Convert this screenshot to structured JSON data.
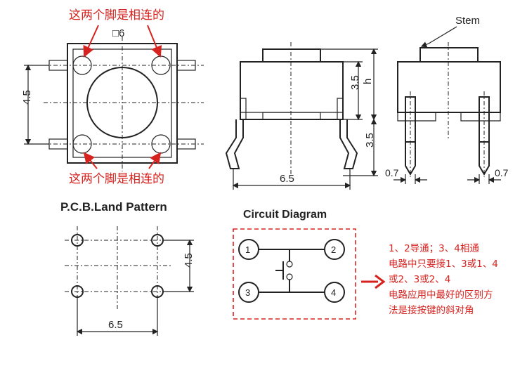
{
  "annotations": {
    "top_label": "这两个脚是相连的",
    "bottom_label": "这两个脚是相连的",
    "size_label": "□6",
    "stem_label": "Stem"
  },
  "dimensions": {
    "top_height": "4.5",
    "side_upper": "3.5",
    "side_h": "h",
    "side_lower": "3.5",
    "side_width": "6.5",
    "pin_left": "0.7",
    "pin_right": "0.7",
    "pcb_height": "4.5",
    "pcb_width": "6.5"
  },
  "titles": {
    "pcb": "P.C.B.Land Pattern",
    "circuit": "Circuit Diagram"
  },
  "circuit": {
    "pins": [
      "1",
      "2",
      "3",
      "4"
    ]
  },
  "note_lines": [
    "1、2导通；3、4相通",
    "电路中只要接1、3或1、4",
    "或2、3或2、4",
    "电路应用中最好的区别方",
    "法是接按键的斜对角"
  ],
  "colors": {
    "accent": "#d6231f",
    "ink": "#222222"
  }
}
